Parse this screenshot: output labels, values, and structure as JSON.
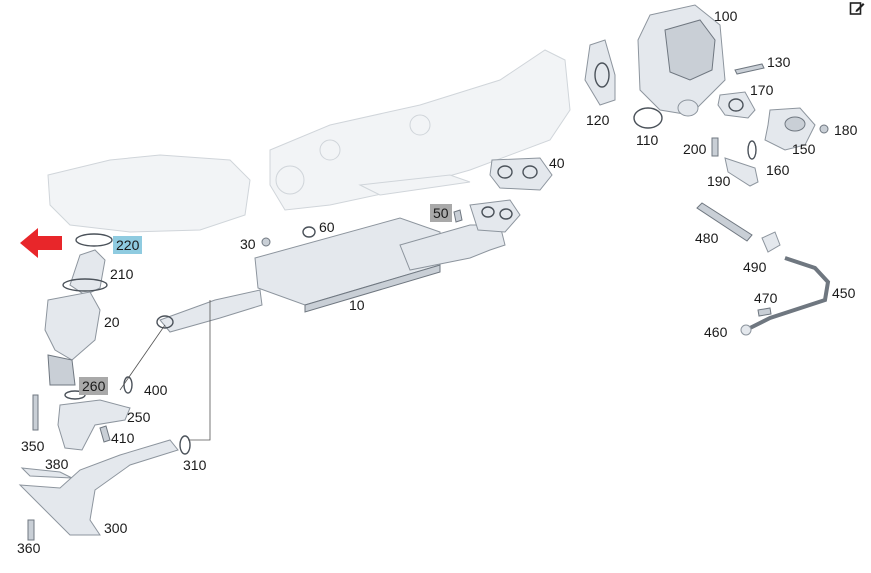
{
  "diagram": {
    "labels": [
      {
        "id": "100",
        "text": "100"
      },
      {
        "id": "130",
        "text": "130"
      },
      {
        "id": "170",
        "text": "170"
      },
      {
        "id": "120",
        "text": "120"
      },
      {
        "id": "110",
        "text": "110"
      },
      {
        "id": "180",
        "text": "180"
      },
      {
        "id": "200",
        "text": "200"
      },
      {
        "id": "150",
        "text": "150"
      },
      {
        "id": "160",
        "text": "160"
      },
      {
        "id": "190",
        "text": "190"
      },
      {
        "id": "40",
        "text": "40"
      },
      {
        "id": "50",
        "text": "50"
      },
      {
        "id": "60",
        "text": "60"
      },
      {
        "id": "30",
        "text": "30"
      },
      {
        "id": "220",
        "text": "220"
      },
      {
        "id": "210",
        "text": "210"
      },
      {
        "id": "10",
        "text": "10"
      },
      {
        "id": "20",
        "text": "20"
      },
      {
        "id": "480",
        "text": "480"
      },
      {
        "id": "490",
        "text": "490"
      },
      {
        "id": "450",
        "text": "450"
      },
      {
        "id": "470",
        "text": "470"
      },
      {
        "id": "460",
        "text": "460"
      },
      {
        "id": "260",
        "text": "260"
      },
      {
        "id": "400",
        "text": "400"
      },
      {
        "id": "250",
        "text": "250"
      },
      {
        "id": "410",
        "text": "410"
      },
      {
        "id": "350",
        "text": "350"
      },
      {
        "id": "380",
        "text": "380"
      },
      {
        "id": "310",
        "text": "310"
      },
      {
        "id": "300",
        "text": "300"
      },
      {
        "id": "360",
        "text": "360"
      }
    ],
    "highlight_color": "#8fcbe0",
    "marker_color": "#e8262a",
    "selected_label": "220"
  }
}
